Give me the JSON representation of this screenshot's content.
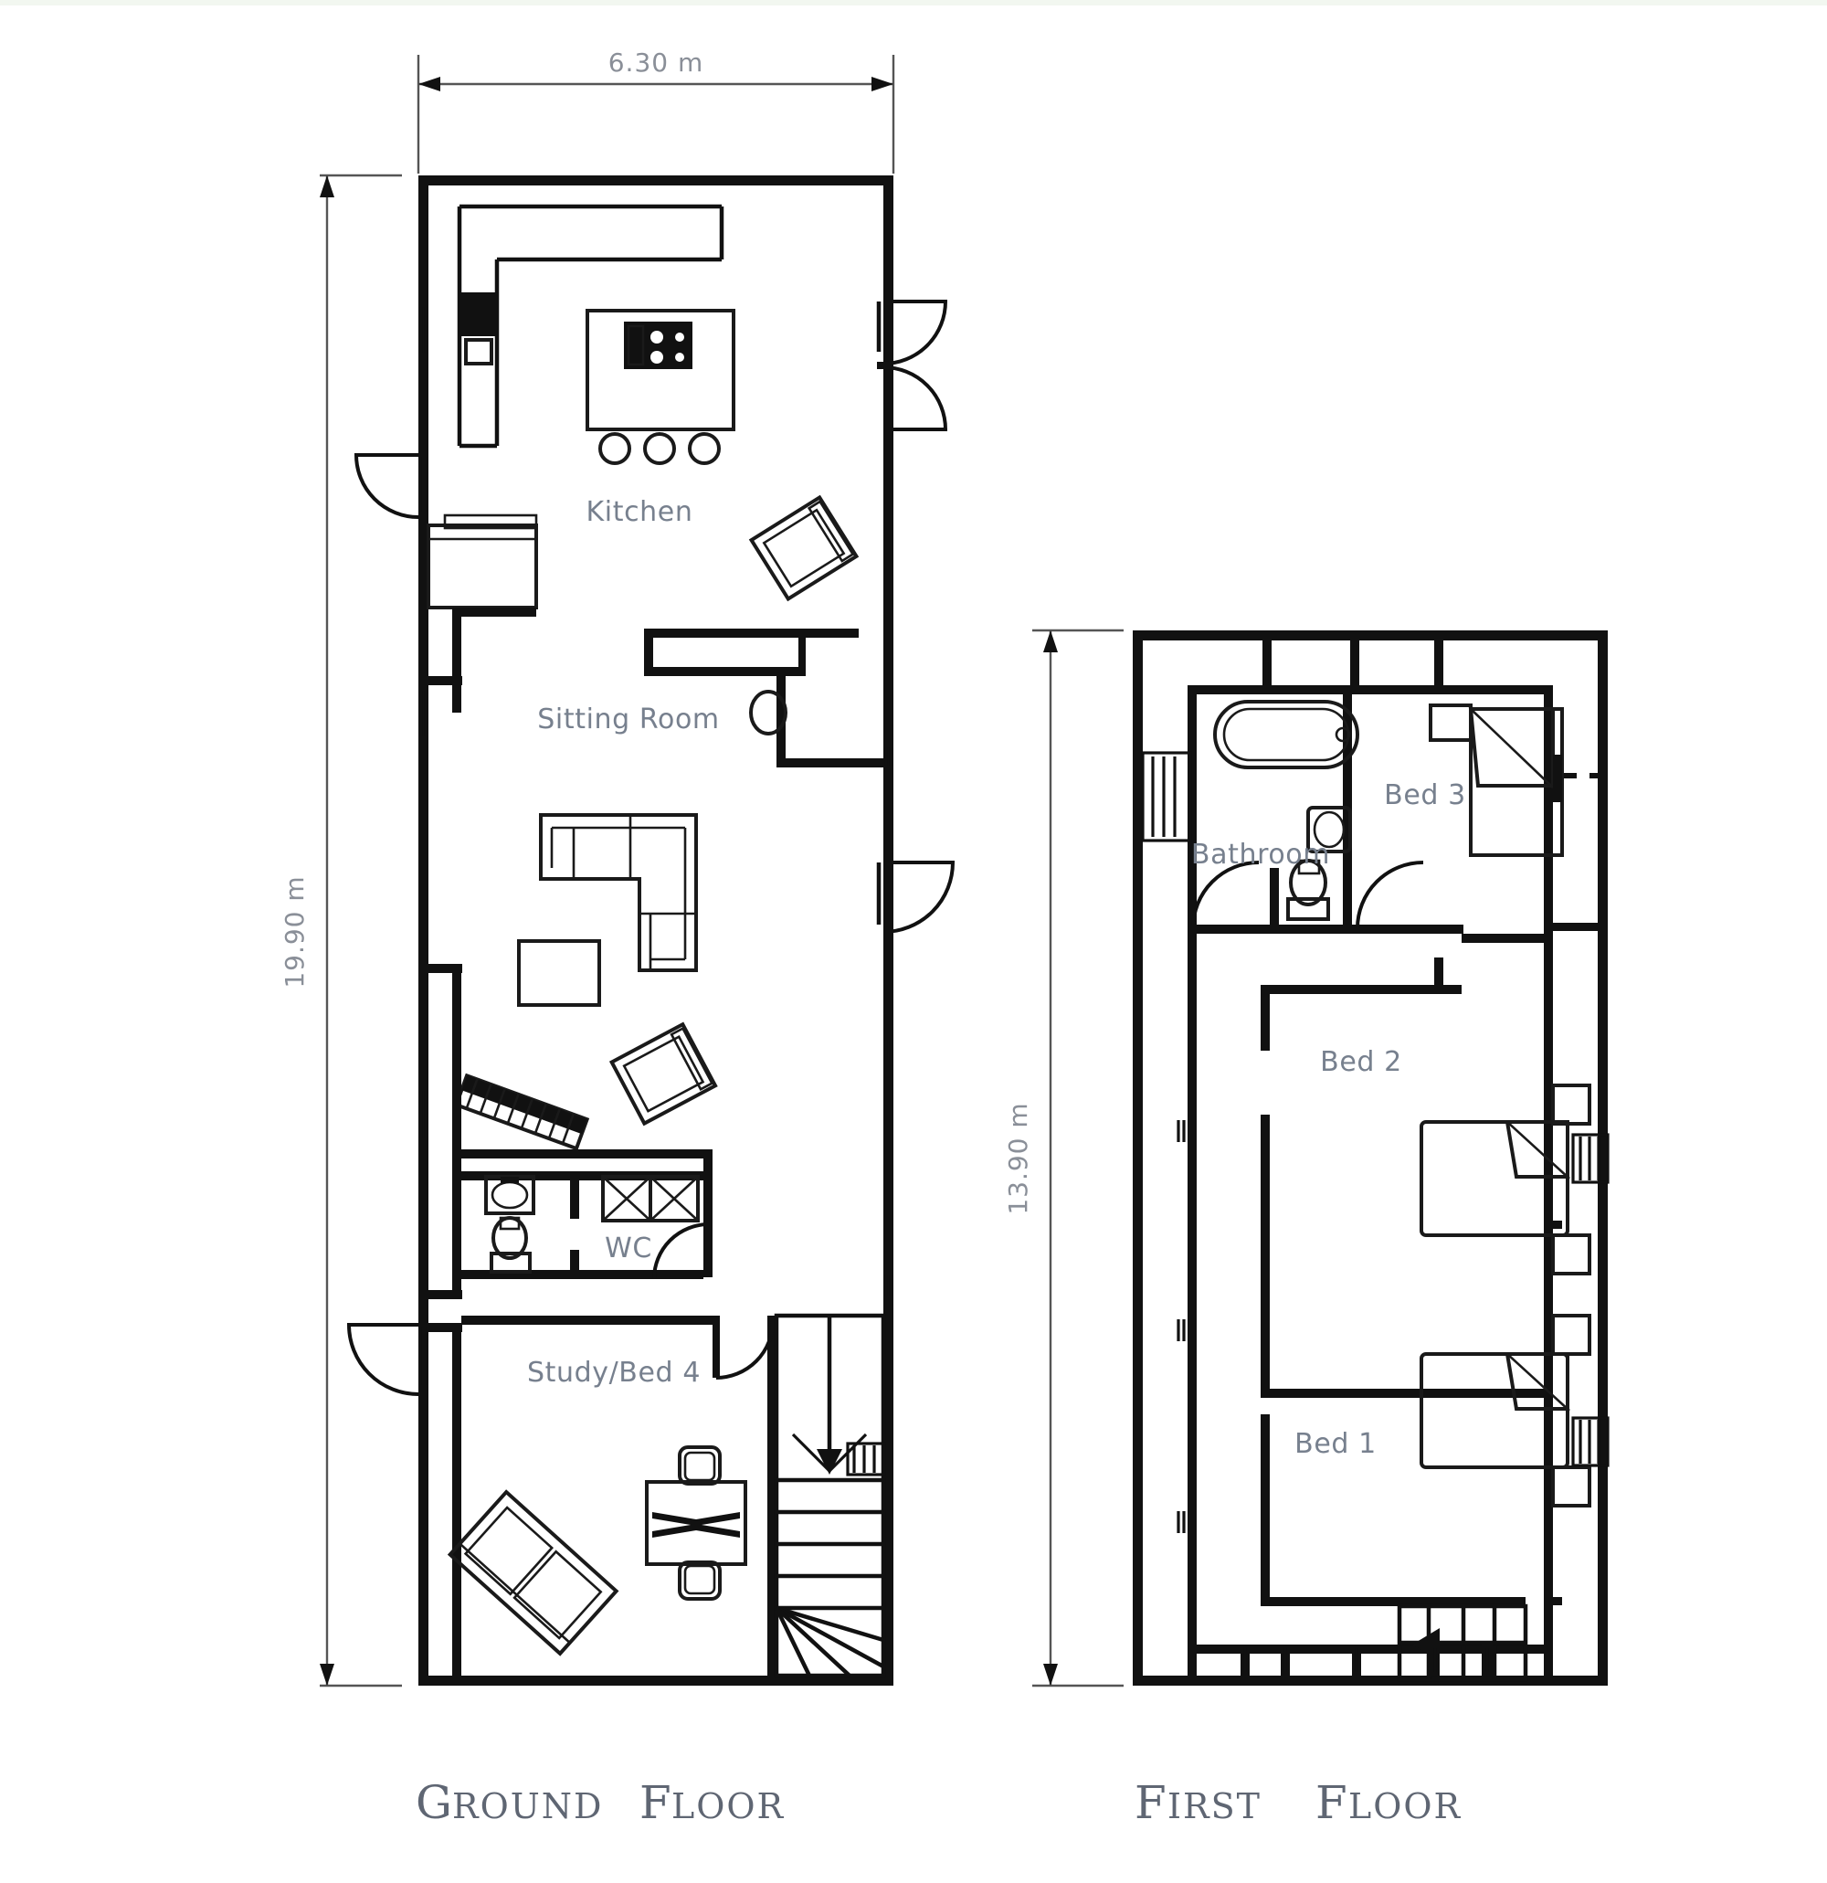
{
  "page": {
    "background": "#ffffff",
    "label_color": "#77808e",
    "dimension_color": "#8a8f98",
    "title_color": "#5f6673",
    "line_color": "#111111"
  },
  "ground_floor": {
    "title_initials": "G",
    "title_rest": "ROUND ",
    "title_initials2": "F",
    "title_rest2": "LOOR",
    "title_full": "Ground Floor",
    "dimensions": {
      "width": "6.30 m",
      "height": "19.90 m"
    },
    "rooms": [
      {
        "name": "Kitchen",
        "label": "Kitchen"
      },
      {
        "name": "Sitting Room",
        "label": "Sitting Room"
      },
      {
        "name": "WC",
        "label": "WC"
      },
      {
        "name": "Study/Bed 4",
        "label": "Study/Bed 4"
      }
    ],
    "fixtures": [
      "kitchen-counter",
      "kitchen-island",
      "kitchen-hob",
      "kitchen-sink",
      "bar-stool-1",
      "bar-stool-2",
      "bar-stool-3",
      "sectional-sofa",
      "coffee-table",
      "armchair-1",
      "armchair-2",
      "side-bench",
      "wc-basin",
      "wc-toilet",
      "washing-machine",
      "tumble-dryer",
      "study-sofa",
      "study-desk",
      "desk-chair-1",
      "desk-chair-2",
      "staircase-up",
      "wood-stove"
    ],
    "doors": [
      "front-door-left",
      "side-door-left",
      "french-door-upper",
      "french-door-lower",
      "patio-door-right",
      "wc-door",
      "study-door"
    ]
  },
  "first_floor": {
    "title_initials": "F",
    "title_rest": "IRST ",
    "title_initials2": "F",
    "title_rest2": "LOOR",
    "title_full": "First Floor",
    "dimensions": {
      "height": "13.90 m"
    },
    "rooms": [
      {
        "name": "Bathroom",
        "label": "Bathroom"
      },
      {
        "name": "Bed 3",
        "label": "Bed 3"
      },
      {
        "name": "Bed 2",
        "label": "Bed 2"
      },
      {
        "name": "Bed 1",
        "label": "Bed 1"
      }
    ],
    "fixtures": [
      "bathtub",
      "bathroom-basin",
      "bathroom-toilet",
      "bed3-single-bed",
      "bed3-nightstand",
      "bed2-double-bed",
      "bed2-nightstand-top",
      "bed2-nightstand-bottom",
      "bed1-double-bed",
      "bed1-nightstand-top",
      "bed1-nightstand-bottom",
      "staircase-down"
    ],
    "doors": [
      "bathroom-door",
      "bed3-door"
    ]
  }
}
